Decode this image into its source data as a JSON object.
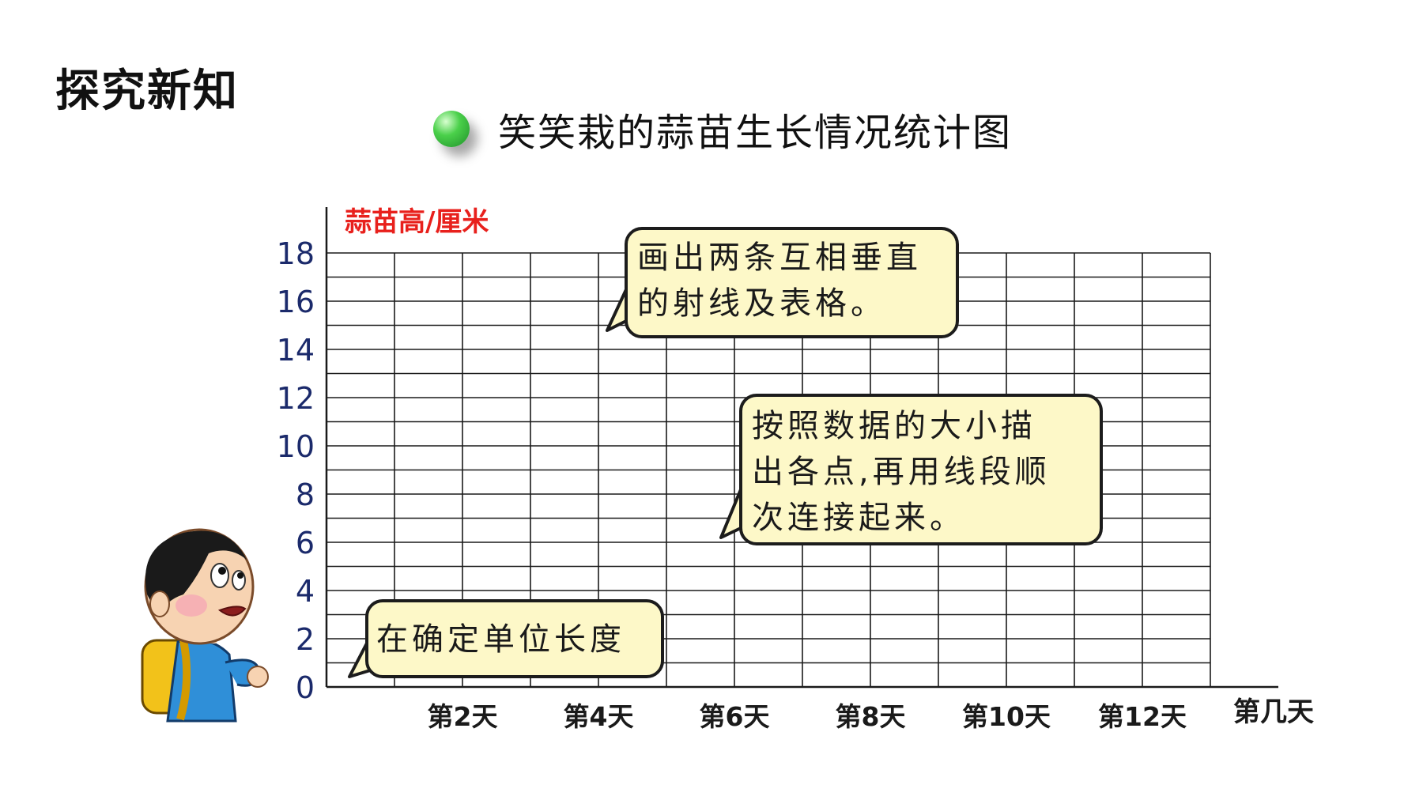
{
  "header": {
    "section_title": "探究新知",
    "chart_title": "笑笑栽的蒜苗生长情况统计图"
  },
  "chart_data": {
    "type": "line",
    "title": "笑笑栽的蒜苗生长情况统计图",
    "ylabel": "蒜苗高/厘米",
    "xlabel": "第几天",
    "ylim": [
      0,
      18
    ],
    "xlim": [
      0,
      13
    ],
    "y_ticks": [
      {
        "value": 0,
        "label": "0"
      },
      {
        "value": 2,
        "label": "2"
      },
      {
        "value": 4,
        "label": "4"
      },
      {
        "value": 6,
        "label": "6"
      },
      {
        "value": 8,
        "label": "8"
      },
      {
        "value": 10,
        "label": "10"
      },
      {
        "value": 12,
        "label": "12"
      },
      {
        "value": 14,
        "label": "14"
      },
      {
        "value": 16,
        "label": "16"
      },
      {
        "value": 18,
        "label": "18"
      }
    ],
    "x_ticks": [
      {
        "value": 2,
        "label": "第2天"
      },
      {
        "value": 4,
        "label": "第4天"
      },
      {
        "value": 6,
        "label": "第6天"
      },
      {
        "value": 8,
        "label": "第8天"
      },
      {
        "value": 10,
        "label": "第10天"
      },
      {
        "value": 12,
        "label": "第12天"
      }
    ],
    "grid": true,
    "grid_y_step": 1,
    "grid_x_step": 1,
    "series": []
  },
  "annotations": {
    "bubble_1": [
      "画出两条互相垂直",
      "的射线及表格。"
    ],
    "bubble_2": [
      "按照数据的大小描",
      "出各点,再用线段顺",
      "次连接起来。"
    ],
    "bubble_3": [
      "在确定单位长度"
    ]
  },
  "colors": {
    "ylabel": "#e8201c",
    "tick_label": "#1b2a6b",
    "grid": "#1a1a1a",
    "bubble_fill": "#fdf8c8",
    "dot": "#2fb33a"
  },
  "icons": {
    "heading_bullet": "green-dot-icon",
    "mascot": "boy-character"
  }
}
